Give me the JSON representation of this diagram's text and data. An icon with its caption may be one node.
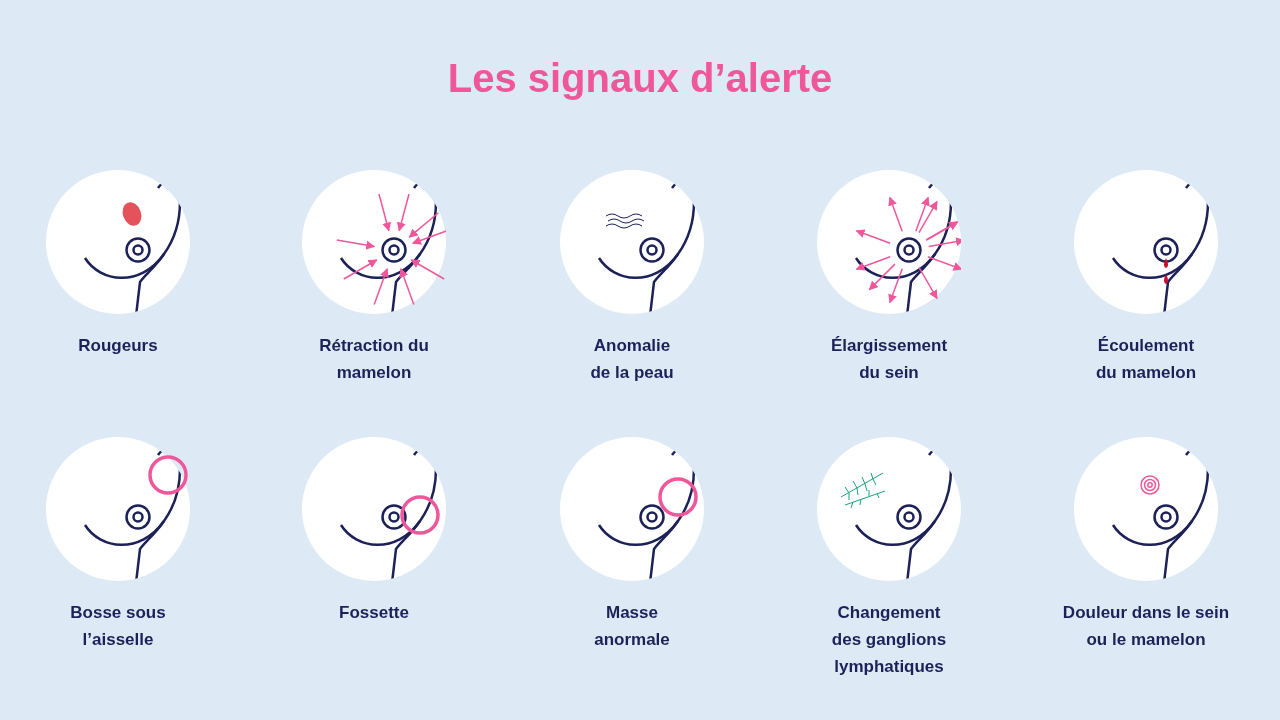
{
  "diagram": {
    "title": "Les signaux d’alerte",
    "nodes": [
      {
        "text": [
          "Rougeurs"
        ]
      },
      {
        "text": [
          "Rétraction du mamelon"
        ]
      },
      {
        "text": [
          "Anomalie de la peau"
        ]
      },
      {
        "text": [
          "Élargissement du sein"
        ]
      },
      {
        "text": [
          "Écoulement du mamelon"
        ]
      },
      {
        "text": [
          "Bosse sous l’aisselle"
        ]
      },
      {
        "text": [
          "Fossette"
        ]
      },
      {
        "text": [
          "Masse anormale"
        ]
      },
      {
        "text": [
          "Changement des ganglions lymphatiques"
        ]
      },
      {
        "text": [
          "Douleur dans le sein ou le mamelon"
        ]
      }
    ]
  }
}
